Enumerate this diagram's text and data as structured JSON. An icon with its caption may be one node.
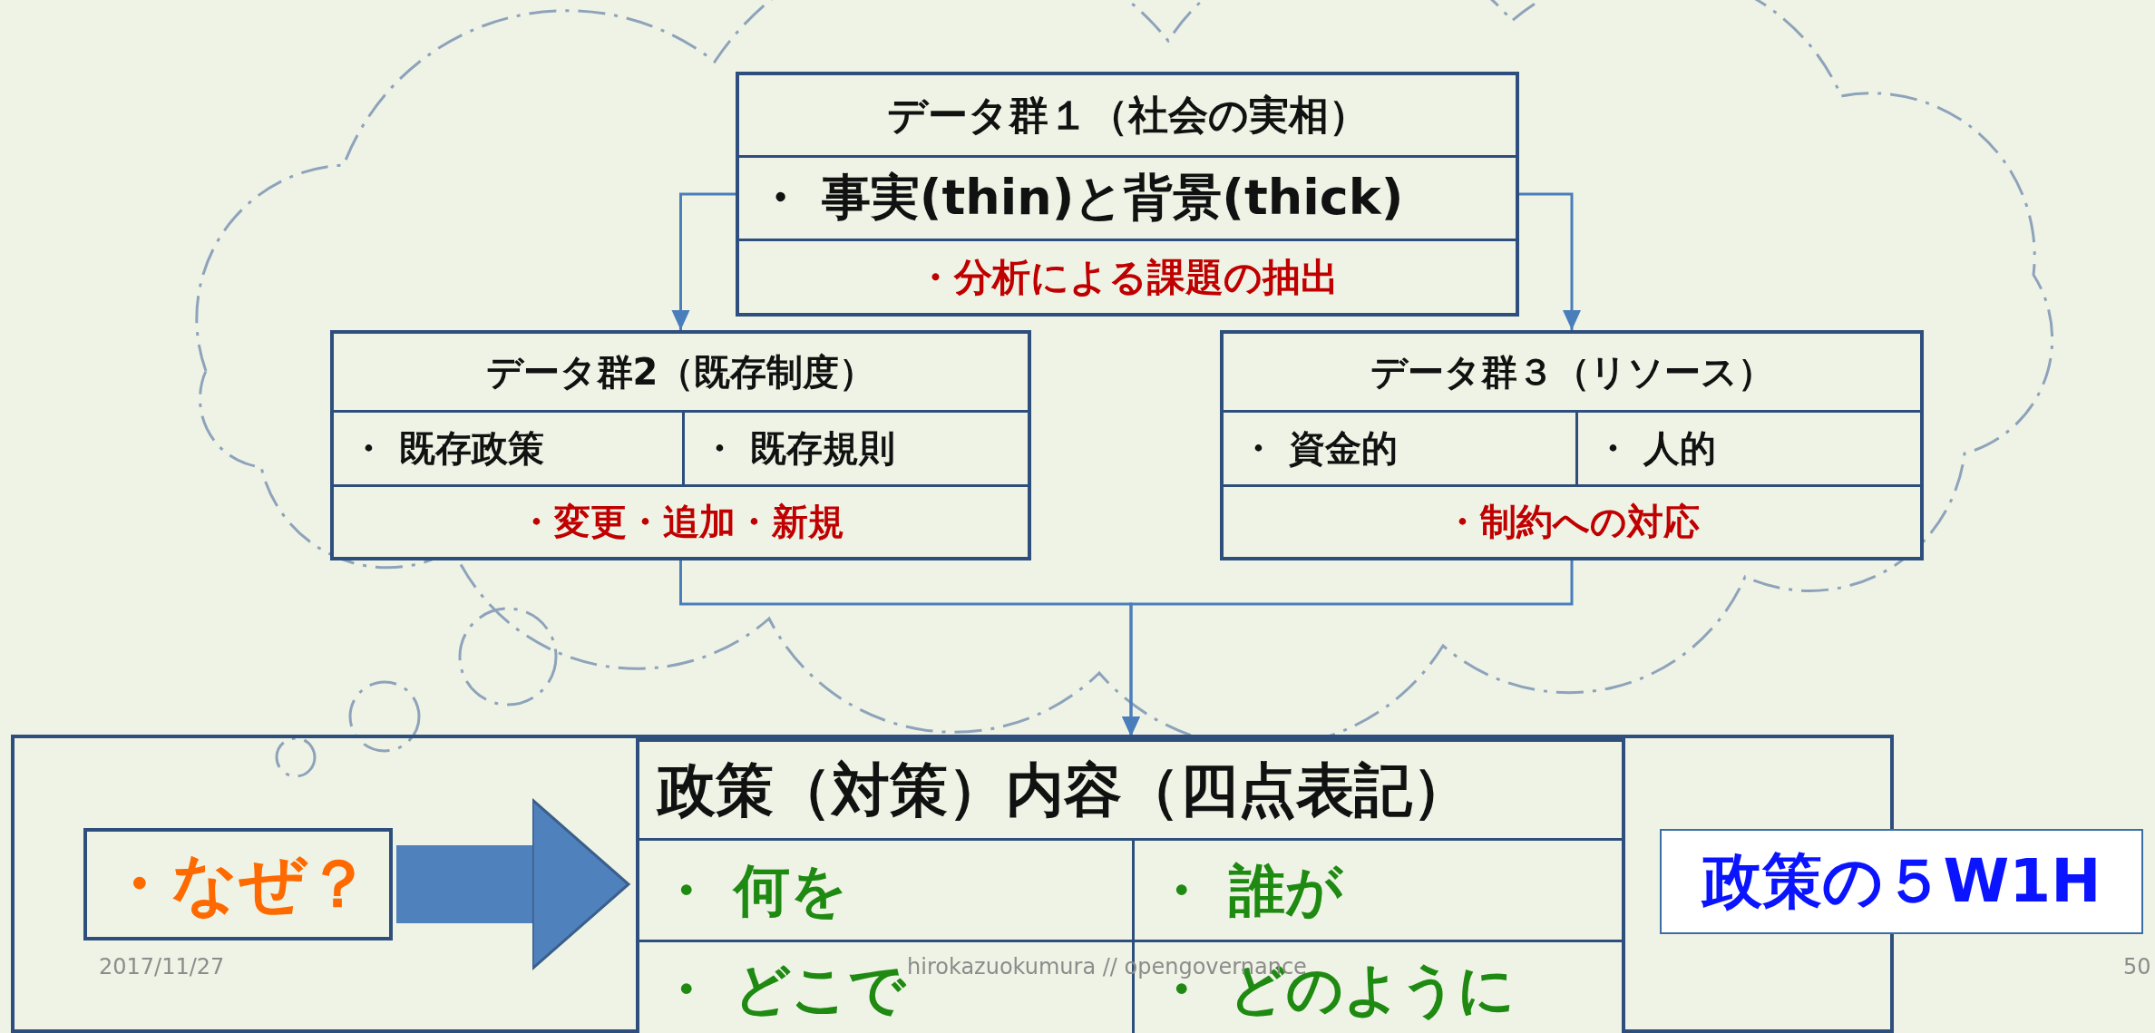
{
  "diagram": {
    "nodes": [
      {
        "text": [
          "データ群１（社会の実相）",
          "・ 事実(thin)と背景(thick)",
          "・分析による課題の抽出"
        ]
      },
      {
        "text": [
          "データ群2（既存制度）",
          "・ 既存政策",
          "・ 既存規則",
          "・変更・追加・新規"
        ]
      },
      {
        "text": [
          "データ群３（リソース）",
          "・ 資金的",
          "・ 人的",
          "・制約への対応"
        ]
      },
      {
        "text": [],
        "shape": "box"
      },
      {
        "text": [
          "・なぜ？"
        ],
        "in": 3
      },
      {
        "text": [
          "政策（対策）内容（四点表記）",
          "・ 何を",
          "・ 誰が",
          "・ どこで",
          "・ どのように"
        ],
        "in": 3
      },
      {
        "text": [
          "政策の５W1H"
        ]
      }
    ],
    "edges": [
      {
        "from": 0,
        "to": 1,
        "arrow": "to"
      },
      {
        "from": 0,
        "to": 2,
        "arrow": "to"
      },
      {
        "from": 1,
        "to": 5,
        "arrow": "to"
      },
      {
        "from": 2,
        "to": 5,
        "arrow": "to"
      },
      {
        "from": 4,
        "to": 5,
        "arrow": "to",
        "style": "thick"
      }
    ],
    "labels": [
      "2017/11/27",
      "hirokazuokumura // opengovernance",
      "50"
    ]
  }
}
